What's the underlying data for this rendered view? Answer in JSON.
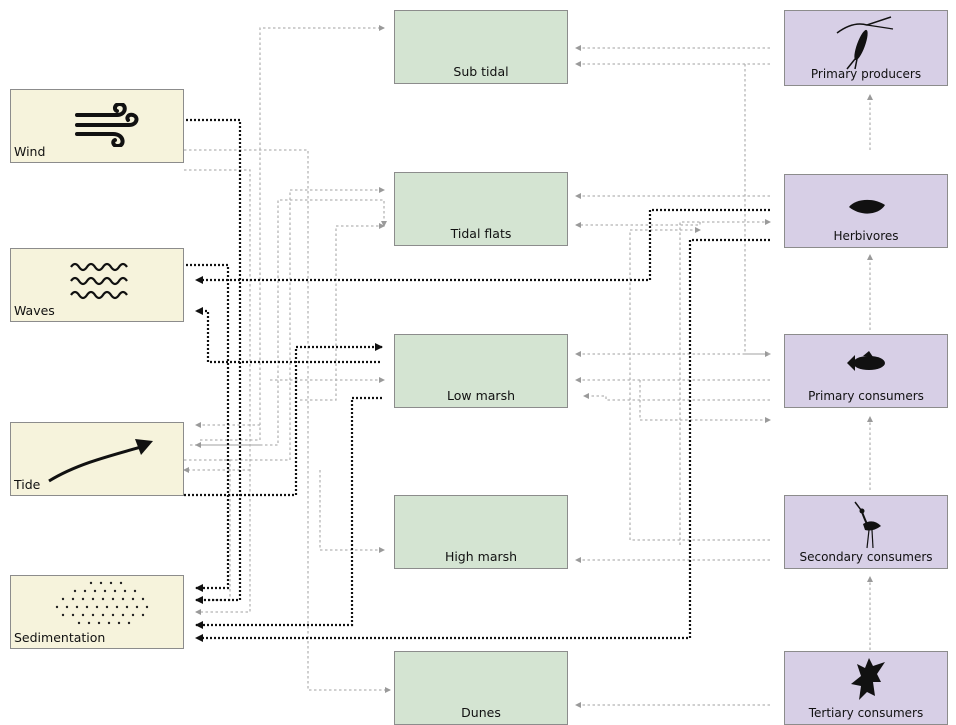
{
  "drivers": {
    "wind": "Wind",
    "waves": "Waves",
    "tide": "Tide",
    "sedimentation": "Sedimentation"
  },
  "habitats": {
    "sub_tidal": "Sub tidal",
    "tidal_flats": "Tidal flats",
    "low_marsh": "Low marsh",
    "high_marsh": "High marsh",
    "dunes": "Dunes"
  },
  "trophic_levels": {
    "primary_producers": "Primary producers",
    "herbivores": "Herbivores",
    "primary_consumers": "Primary consumers",
    "secondary_consumers": "Secondary consumers",
    "tertiary_consumers": "Tertiary consumers"
  },
  "colors": {
    "driver_fill": "#f6f3dc",
    "habitat_fill": "#d4e4d2",
    "trophic_fill": "#d7cfe6",
    "strong_link": "#111111",
    "weak_link": "#b5b5b5"
  },
  "icons": {
    "wind": "wind-icon",
    "waves": "waves-icon",
    "tide": "tide-arrow-icon",
    "sedimentation": "sediment-dots-icon",
    "primary_producers": "zooplankton-icon",
    "herbivores": "mussel-icon",
    "primary_consumers": "fish-icon",
    "secondary_consumers": "wading-bird-icon",
    "tertiary_consumers": "bird-of-prey-icon"
  }
}
